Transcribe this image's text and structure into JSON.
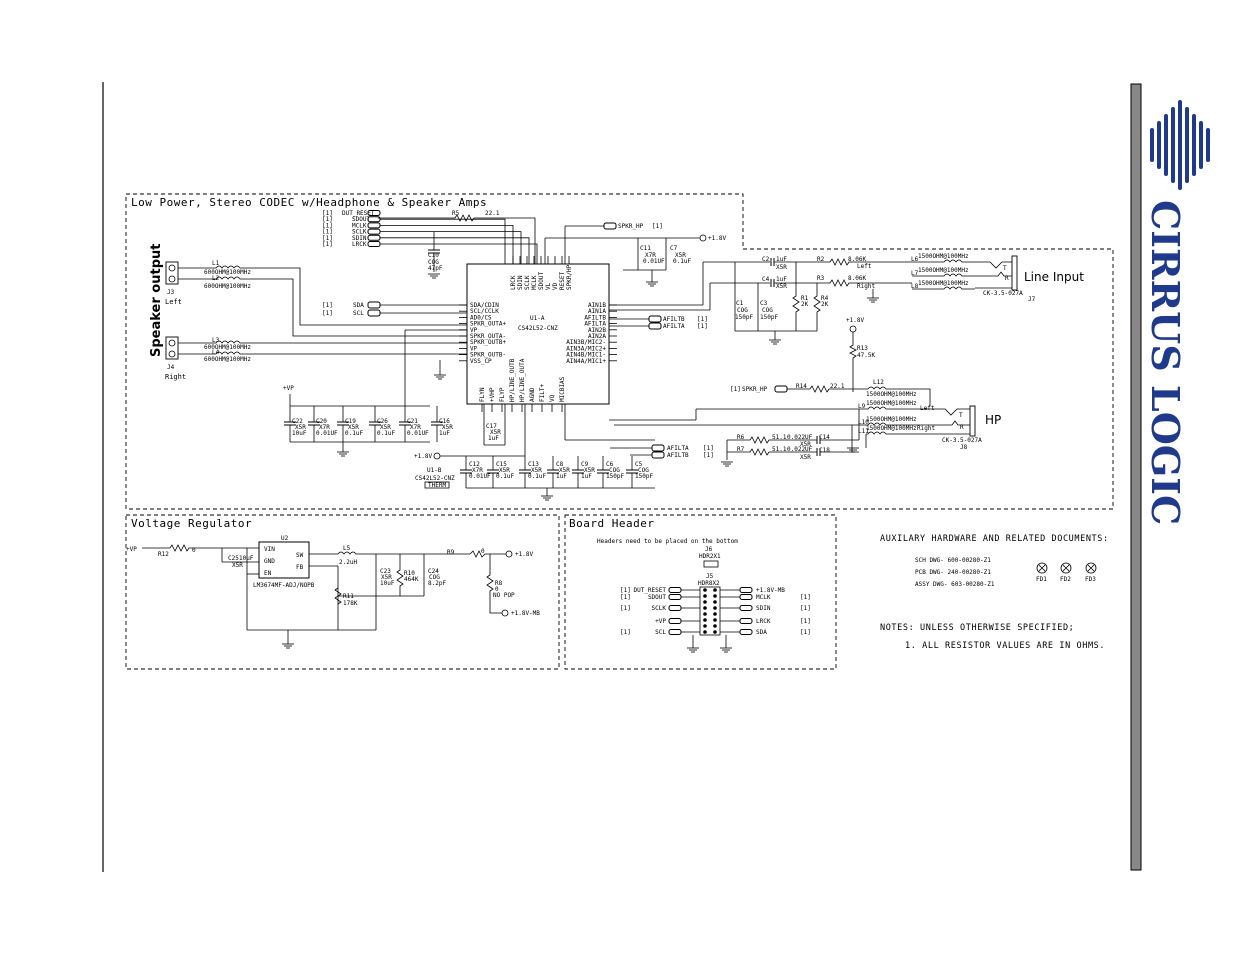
{
  "sections": {
    "codec_title": "Low Power, Stereo CODEC w/Headphone & Speaker Amps",
    "regulator_title": "Voltage Regulator",
    "header_title": "Board Header"
  },
  "labels": {
    "speaker_output": "Speaker output",
    "line_input": "Line Input",
    "hp": "HP",
    "left": "Left",
    "right": "Right",
    "j3": "J3",
    "j4": "J4",
    "j7": "J7",
    "j8": "J8",
    "u1a": "U1-A",
    "u1a_part": "CS42L52-CNZ",
    "u1b": "U1-B",
    "u1b_part": "CS42L52-CNZ",
    "u2": "U2",
    "u2_part": "LM3674MF-ADJ/NOPB",
    "headers_note": "Headers need to be placed on the bottom",
    "j6": "J6",
    "j6_part": "HDR2X1",
    "j5": "J5",
    "j5_part": "HDR8X2",
    "plus_1v8": "+1.8V",
    "plus_1v8_mb": "+1.8V-MB",
    "plus_vp": "+VP",
    "spkr_hp": "SPKR_HP",
    "no_pop": "NO POP",
    "l1": "L1",
    "l2": "L2",
    "l3": "L3",
    "l4": "L4",
    "ferrite_600": "600OHM@100MHz",
    "ferrite_1500": "1500OHM@100MHz",
    "jack_part": "CK-3.5-027A",
    "thermal": "THERM",
    "afilta": "AFILTA",
    "afiltb": "AFILTB"
  },
  "digital_inputs": [
    "DUT_RESET",
    "SDOUT",
    "MCLK",
    "SCLK",
    "SDIN",
    "LRCK"
  ],
  "left_pins": [
    "SDA/CDIN",
    "SCL/CCLK",
    "AD0/CS",
    "SPKR_OUTA+",
    "VP",
    "SPKR_OUTA-",
    "SPKR_OUTB+",
    "VP",
    "SPKR_OUTB-",
    "VSS_CP"
  ],
  "right_pins": [
    "AIN1B",
    "AIN1A",
    "AFILTB",
    "AFILTA",
    "AIN2B",
    "AIN2A",
    "AIN3B/MIC2-",
    "AIN3A/MIC2+",
    "AIN4B/MIC1-",
    "AIN4A/MIC1+"
  ],
  "top_pins": [
    "LRCK",
    "SDIN",
    "SCLK",
    "MCLK",
    "SDOUT",
    "VL",
    "VD",
    "RESET",
    "SPKR/HP"
  ],
  "bottom_pins": [
    "FLYN",
    "+VHP",
    "FLYP",
    "HP/LINE_OUTB",
    "HP/LINE_OUTA",
    "AGND",
    "FILT+",
    "VQ",
    "MICBIAS"
  ],
  "components": {
    "r5": "R5",
    "r5_val": "22.1",
    "c10": "C10",
    "c10_type": "COG",
    "c10_val": "47pF",
    "c11": "C11",
    "c11_type": "X7R",
    "c11_val": "0.01UF",
    "c7": "C7",
    "c7_type": "X5R",
    "c7_val": "0.1uF",
    "c22": "C22",
    "c20": "C20",
    "c19": "C19",
    "c26": "C26",
    "c21": "C21",
    "c16": "C16",
    "c17": "C17",
    "c12": "C12",
    "c15": "C15",
    "c13": "C13",
    "c8": "C8",
    "c9": "C9",
    "c6": "C6",
    "c5": "C5",
    "c2": "C2",
    "c4": "C4",
    "c1": "C1",
    "c3": "C3",
    "r1": "R1",
    "r2": "R2",
    "r3": "R3",
    "r4": "R4",
    "r6": "R6",
    "r7": "R7",
    "r13": "R13",
    "r14": "R14",
    "c14": "C14",
    "c18": "C18",
    "l5": "L5",
    "l5_val": "2.2uH",
    "l6": "L6",
    "l7": "L7",
    "l8": "L8",
    "l9": "L9",
    "l10": "L10",
    "l11": "L11",
    "l12": "L12",
    "r12": "R12",
    "r12_val": "0",
    "c25": "C25",
    "c25_val": "10uF",
    "c23": "C23",
    "c23_val": "10uF",
    "r10": "R10",
    "r10_val": "464K",
    "c24": "C24",
    "c24_val": "8.2pF",
    "r11": "R11",
    "r11_val": "178K",
    "r9": "R9",
    "r9_val": "0",
    "r8": "R8",
    "r8_val": "0",
    "val_8_06k": "8.06K",
    "val_2k": "2K",
    "val_1uf": "1uF",
    "val_150pf": "150pF",
    "val_0_022uf": "0.022UF",
    "val_51_1": "51.1",
    "val_47_5k": "47.5K",
    "val_22_1": "22.1",
    "x5r": "X5R",
    "x7r": "X7R",
    "cog": "COG",
    "val_10uf": "10uF",
    "val_0_01uf": "0.01UF",
    "val_0_1uf": "0.1uF"
  },
  "header_left": [
    "DUT_RESET",
    "SDOUT",
    "SCLK",
    "+VP",
    "SCL"
  ],
  "header_right": [
    "+1.8V-MB",
    "MCLK",
    "SDIN",
    "LRCK",
    "SDA"
  ],
  "regulator_pins": [
    "VIN",
    "GND",
    "EN",
    "SW",
    "FB"
  ],
  "aux": {
    "title": "AUXILARY HARDWARE AND RELATED DOCUMENTS:",
    "sch": "SCH DWG- 600-00280-Z1",
    "pcb": "PCB DWG- 240-00280-Z1",
    "assy": "ASSY DWG- 603-00280-Z1",
    "fd1": "FD1",
    "fd2": "FD2",
    "fd3": "FD3",
    "notes_title": "NOTES: UNLESS OTHERWISE SPECIFIED;",
    "note1": "1. ALL RESISTOR VALUES ARE IN OHMS."
  },
  "ref_mark": "[1]",
  "logo": {
    "text": "CIRRUS LOGIC",
    "color": "#1f3a8a"
  }
}
